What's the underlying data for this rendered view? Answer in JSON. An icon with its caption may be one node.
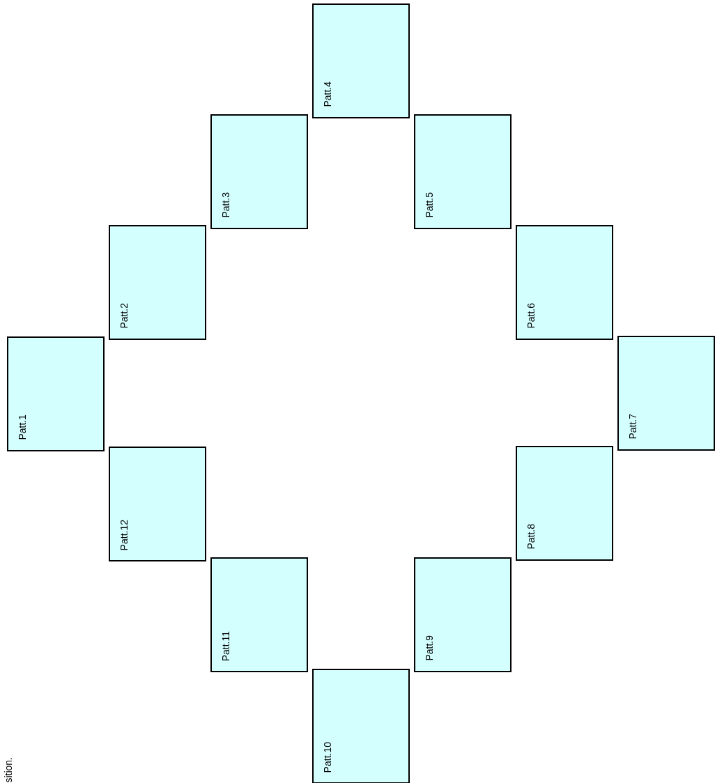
{
  "diagram": {
    "nodes": [
      {
        "text": [
          "Patt.1"
        ]
      },
      {
        "text": [
          "Patt.2"
        ]
      },
      {
        "text": [
          "Patt.3"
        ]
      },
      {
        "text": [
          "Patt.4"
        ]
      },
      {
        "text": [
          "Patt.5"
        ]
      },
      {
        "text": [
          "Patt.6"
        ]
      },
      {
        "text": [
          "Patt.7"
        ]
      },
      {
        "text": [
          "Patt.8"
        ]
      },
      {
        "text": [
          "Patt.9"
        ]
      },
      {
        "text": [
          "Patt.10"
        ]
      },
      {
        "text": [
          "Patt.11"
        ]
      },
      {
        "text": [
          "Patt.12"
        ]
      }
    ],
    "edges": [],
    "labels": [
      "sition."
    ]
  }
}
